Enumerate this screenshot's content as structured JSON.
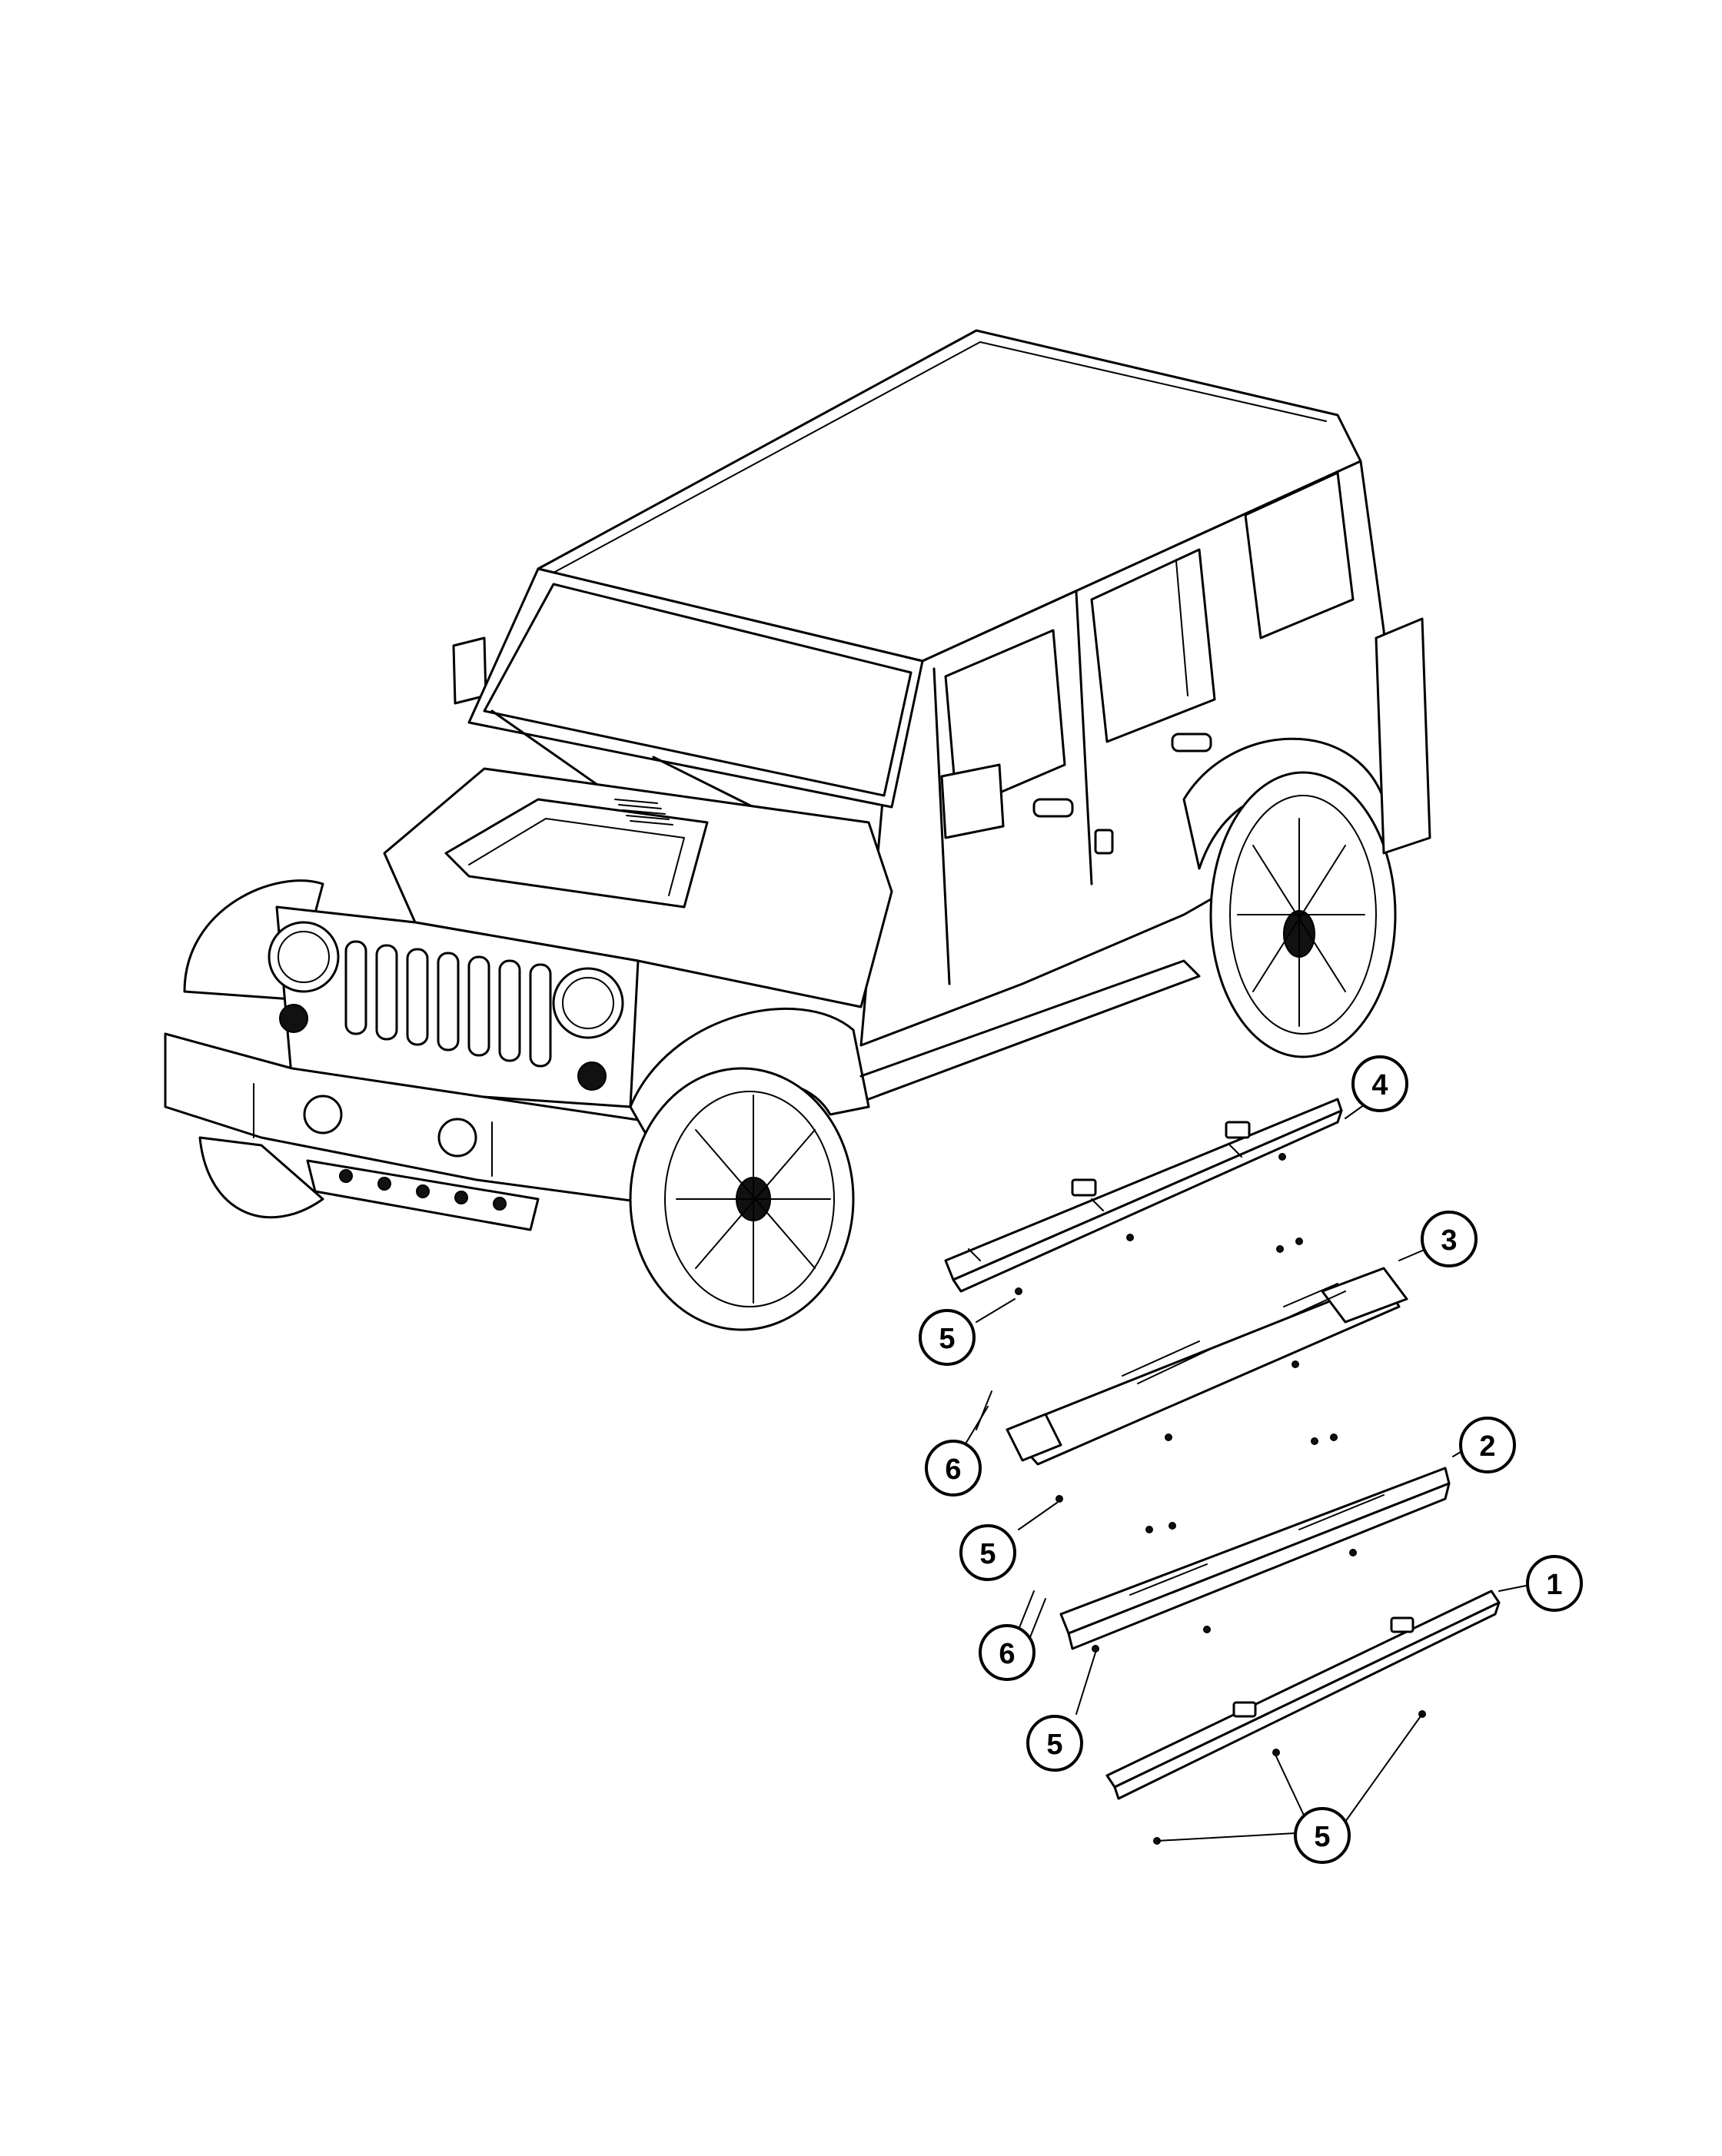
{
  "callouts": [
    {
      "id": "4",
      "label": "4"
    },
    {
      "id": "3",
      "label": "3"
    },
    {
      "id": "5a",
      "label": "5"
    },
    {
      "id": "6a",
      "label": "6"
    },
    {
      "id": "2",
      "label": "2"
    },
    {
      "id": "5b",
      "label": "5"
    },
    {
      "id": "6b",
      "label": "6"
    },
    {
      "id": "1",
      "label": "1"
    },
    {
      "id": "5c",
      "label": "5"
    },
    {
      "id": "5d",
      "label": "5"
    }
  ]
}
